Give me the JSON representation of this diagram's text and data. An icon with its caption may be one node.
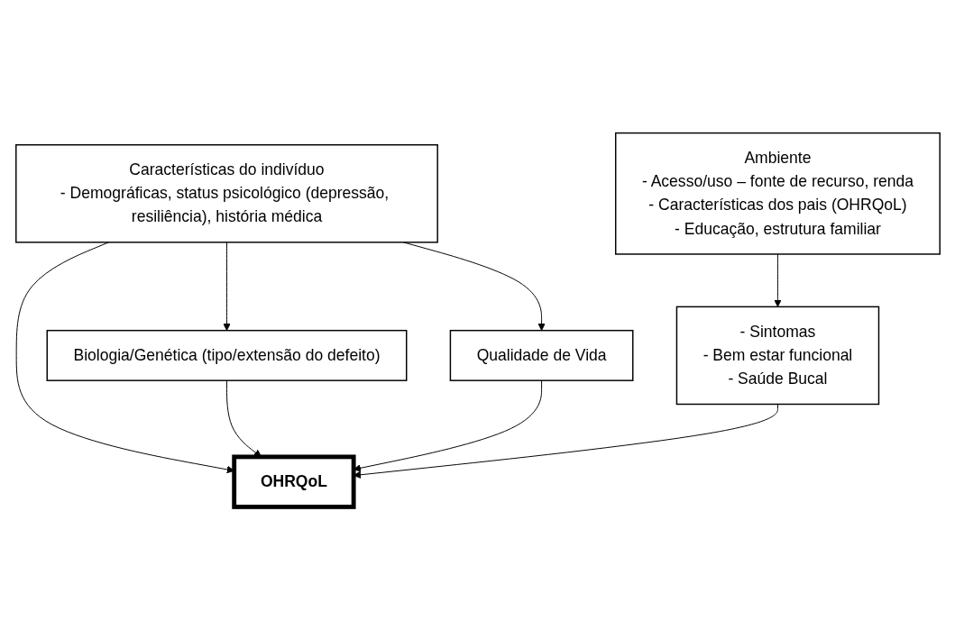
{
  "diagram": {
    "nodes": [
      {
        "text": [
          "Características do indivíduo",
          "- Demográficas, status psicológico (depressão, resiliência), história médica"
        ]
      },
      {
        "text": [
          "Biologia/Genética (tipo/extensão do defeito)"
        ]
      },
      {
        "text": [
          "OHRQoL"
        ]
      },
      {
        "text": [
          "Qualidade de Vida"
        ]
      },
      {
        "text": [
          "- Sintomas",
          "- Bem estar funcional",
          "- Saúde Bucal"
        ]
      },
      {
        "text": [
          "Ambiente",
          "- Acesso/uso – fonte de recurso, renda",
          "- Características dos pais (OHRQoL)",
          "- Educação, estrutura familiar"
        ]
      }
    ],
    "edges": [
      {
        "from": 0,
        "to": 1,
        "arrow": "to"
      },
      {
        "from": 0,
        "to": 2,
        "arrow": "to"
      },
      {
        "from": 0,
        "to": 3,
        "arrow": "to"
      },
      {
        "from": 1,
        "to": 2,
        "arrow": "to"
      },
      {
        "from": 3,
        "to": 2,
        "arrow": "to"
      },
      {
        "from": 4,
        "to": 2,
        "arrow": "to"
      },
      {
        "from": 5,
        "to": 4,
        "arrow": "to"
      }
    ]
  }
}
